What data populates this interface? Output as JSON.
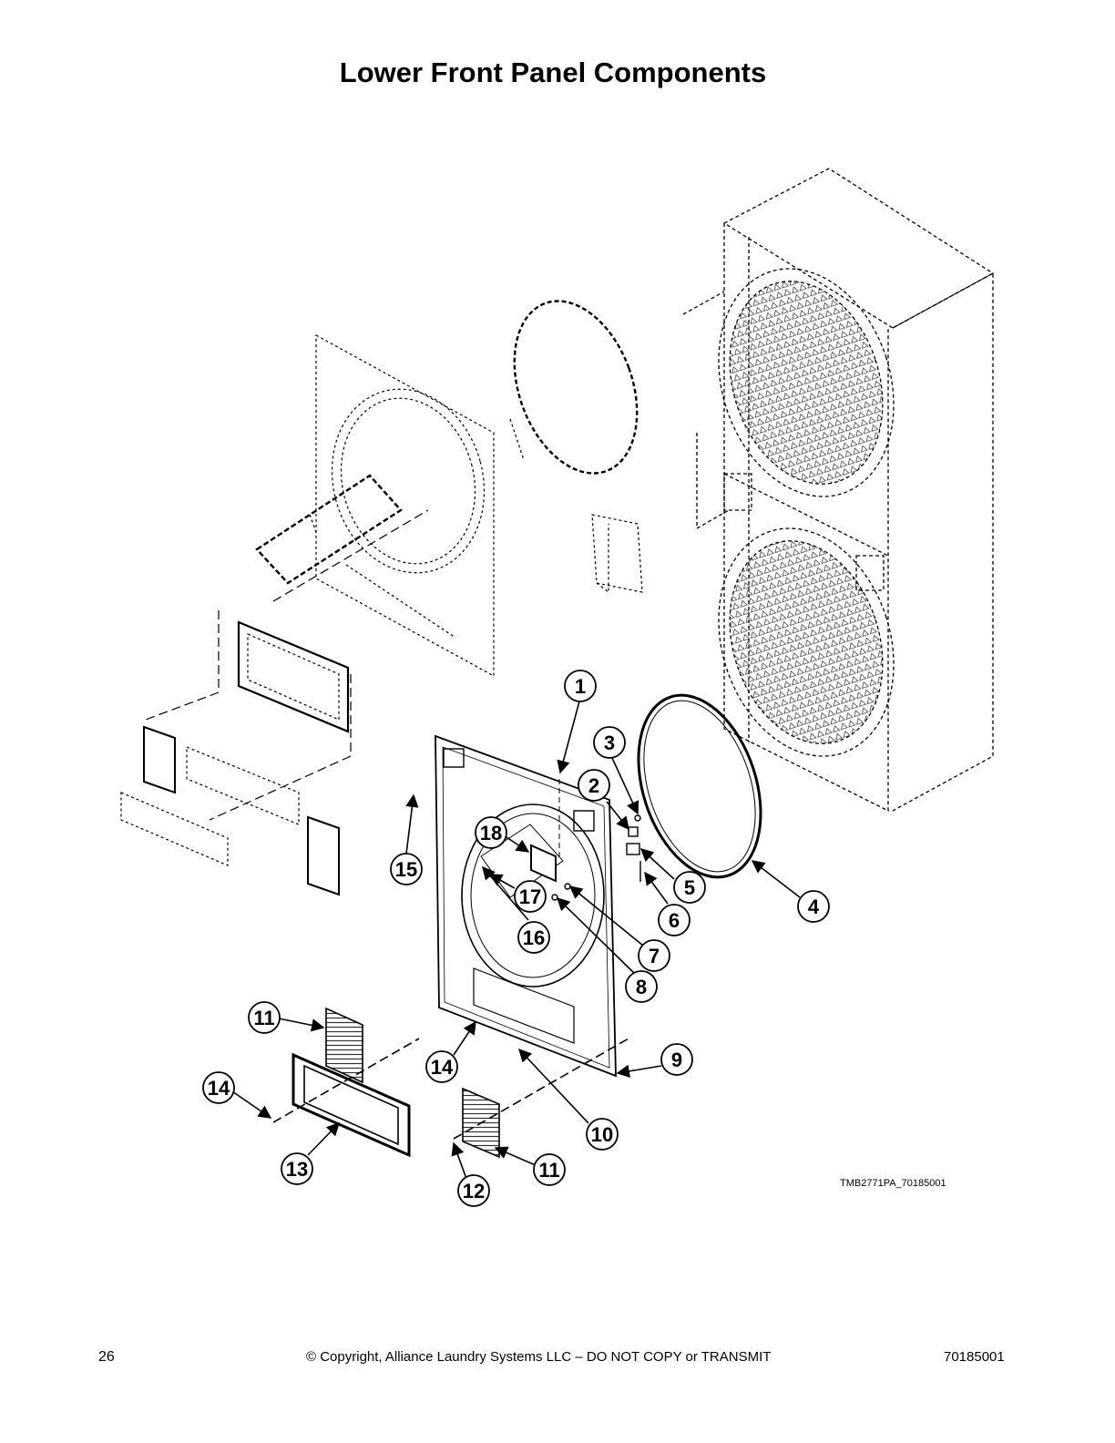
{
  "page": {
    "title": "Lower Front Panel Components",
    "drawing_id": "TMB2771PA_70185001",
    "footer": {
      "page_number": "26",
      "copyright": "© Copyright, Alliance Laundry Systems LLC – DO NOT COPY or TRANSMIT",
      "doc_number": "70185001"
    }
  },
  "callouts": [
    "1",
    "2",
    "3",
    "4",
    "5",
    "6",
    "7",
    "8",
    "9",
    "10",
    "11",
    "11",
    "12",
    "13",
    "14",
    "14",
    "15",
    "16",
    "17",
    "18"
  ]
}
